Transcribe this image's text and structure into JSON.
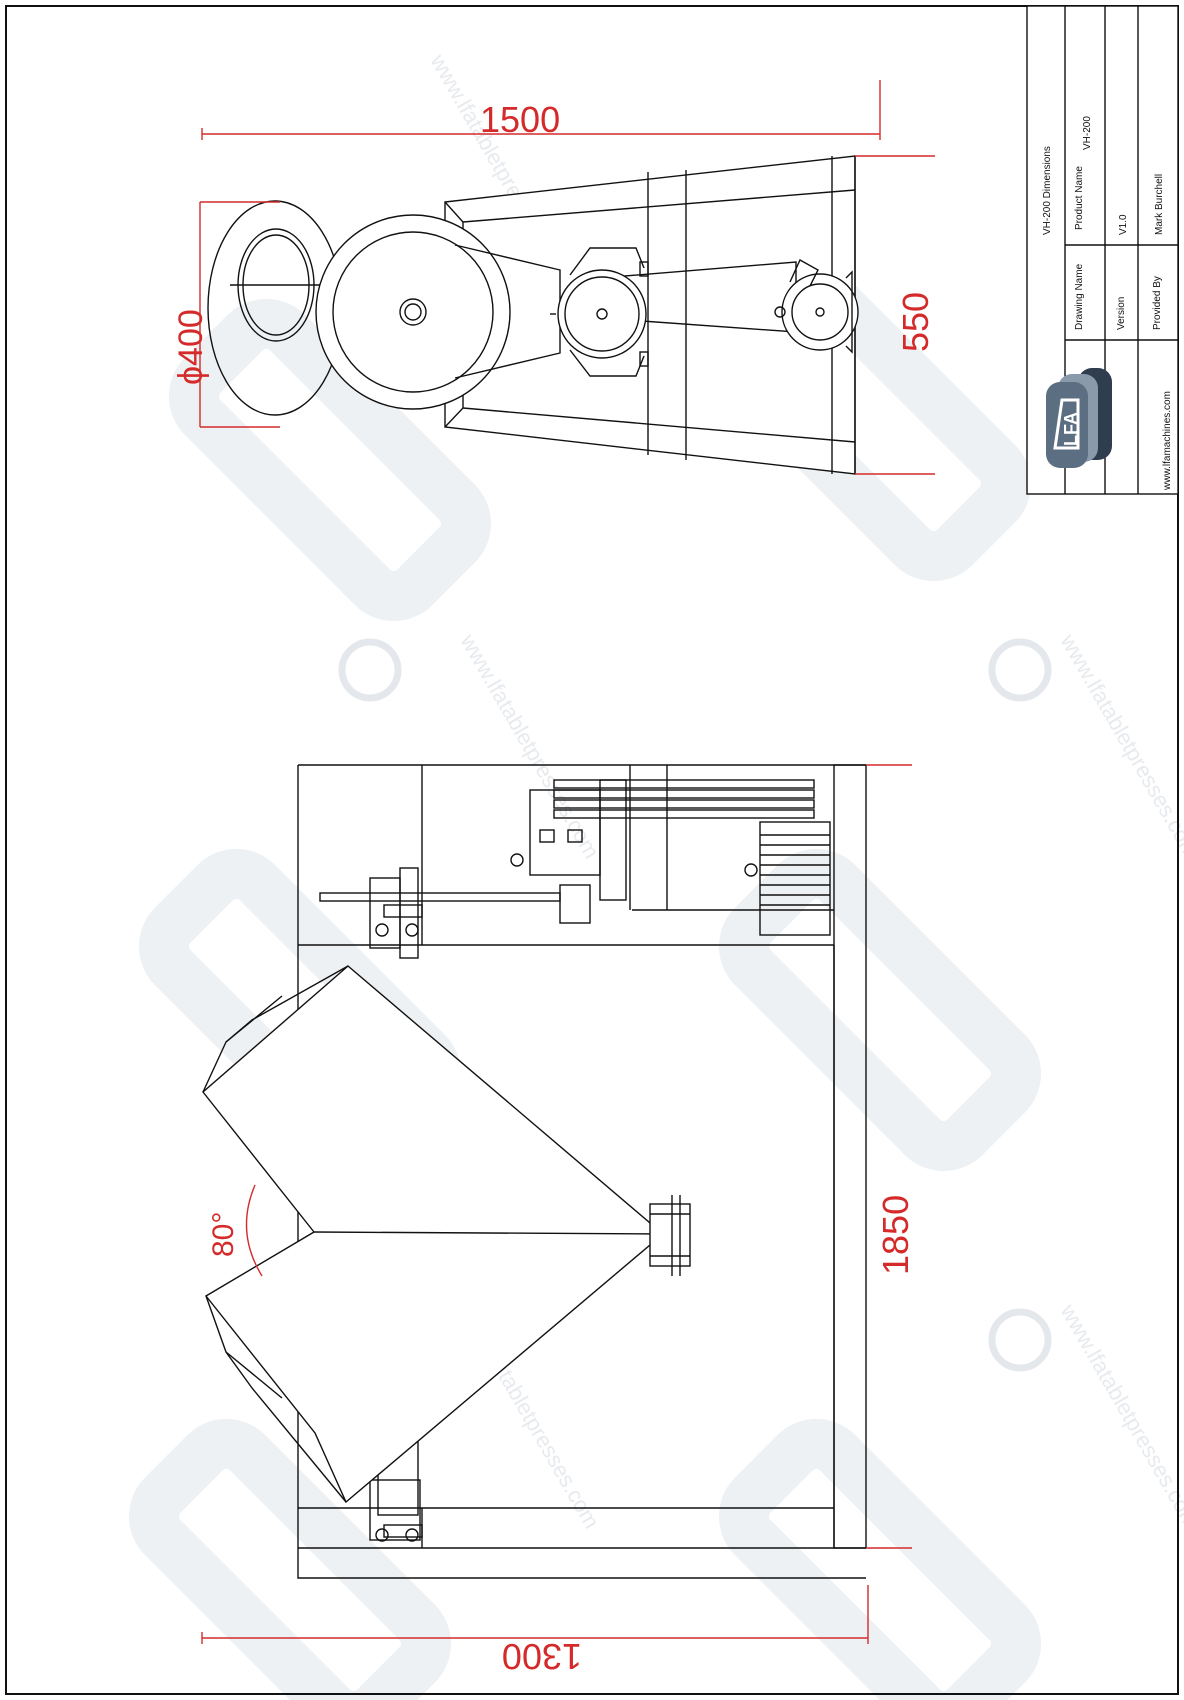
{
  "dimensions": {
    "top_width": "1500",
    "top_diameter": "ϕ400",
    "top_depth": "550",
    "side_height": "1850",
    "side_width": "1300",
    "angle": "80°"
  },
  "title_block": {
    "website": "www.lfamachines.com",
    "fields": [
      {
        "label": "Drawing Name",
        "value": "VH-200 Dimensions"
      },
      {
        "label": "Product Name",
        "value": "VH-200"
      },
      {
        "label": "Version",
        "value": "V1.0"
      },
      {
        "label": "Provided By",
        "value": "Mark Burchell"
      }
    ]
  },
  "watermark": {
    "text": "www.lfatabletpresses.com",
    "logo": "lfa-logo-icon",
    "copyright": "copyright-icon"
  },
  "colors": {
    "dimension": "#d42a2a",
    "line": "#111111",
    "watermark": "#eef1f3",
    "logo_front": "#5c6f82",
    "logo_back": "#2f3d4e"
  }
}
